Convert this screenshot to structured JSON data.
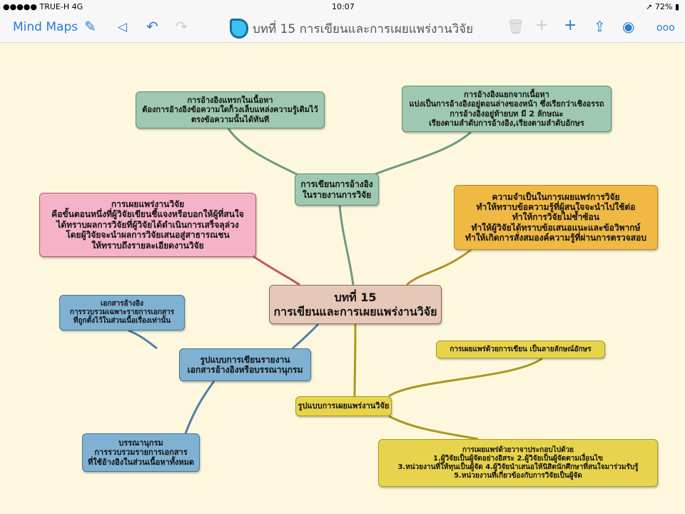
{
  "status_bar": {
    "carrier": "●●●●● TRUE-H  4G",
    "time": "10:07",
    "battery": "➚ 72% ▮"
  },
  "toolbar": {
    "back_label": "Mind Maps",
    "title": "บทที่ 15 การเขียนและการเผยแพร่งานวิจัย",
    "icons": [
      "edit-icon",
      "play-icon",
      "undo-icon",
      "redo-icon",
      "trash-icon",
      "add-icon",
      "add-child-icon",
      "share-icon",
      "palette-icon",
      "more-icon"
    ]
  },
  "colors": {
    "accent": "#2a7bd6",
    "background": "#fdf8dd"
  },
  "mindmap": {
    "central": [
      "บทที่ 15",
      "การเขียนและการเผยแพร่งานวิจัย"
    ],
    "ref_writing": [
      "การเขียนการอ้างอิง",
      "ในรายงานการวิจัย"
    ],
    "ref_inline": [
      "การอ้างอิงแทรกในเนื้อหา",
      "ต้องการอ้างอิงข้อความใดก็วงเล็บแหล่งความรู้เดิมไว้",
      "ตรงข้อความนั้นได้ทันที"
    ],
    "ref_separate": [
      "การอ้างอิงแยกจากเนื้อหา",
      "แบ่งเป็นการอ้างอิงอยู่ตอนล่างของหน้า ซึ่งเรียกว่าเชิงอรรถ",
      "การอ้างอิงอยู่ท้ายบท มี 2 ลักษณะ",
      "เรียงตามลำดับการอ้างอิง,เรียงตามลำดับอักษร"
    ],
    "dissemination": [
      "การเผยแพร่งานวิจัย",
      "คือขั้นตอนหนึ่งที่ผู้วิจัยเขียนชี้แจงหรือบอกให้ผู้ที่สนใจ",
      "ได้ทราบผลการวิจัยที่ผู้วิจัยได้ดำเนินการเสร็จลุล่วง",
      "โดยผู้วิจัยจะนำผลการวิจัยเสนอสู่สาธารณชน",
      "ให้ทราบถึงรายละเอียดงานวิจัย"
    ],
    "necessity": [
      "ความจำเป็นในการเผยแพร่การวิจัย",
      "ทำให้ทราบข้อความรู้ที่ผู้สนใจจะนำไปใช้ต่อ",
      "ทำให้การวิจัยไม่ซ้ำซ้อน",
      "ทำให้ผู้วิจัยได้ทราบข้อเสนอแนะและข้อวิพากษ์",
      "ทำให้เกิดการสั่งสมองค์ความรู้ที่ผ่านการตรวจสอบ"
    ],
    "report_format": [
      "รูปแบบการเขียนรายงาน",
      "เอกสารอ้างอิงหรือบรรณานุกรม"
    ],
    "references_doc": [
      "เอกสารอ้างอิง",
      "การรวบรวมเฉพาะรายการเอกสาร",
      "ที่ถูกตั้งไว้ในส่วนเนื้อเรื่องเท่านั้น"
    ],
    "bibliography": [
      "บรรณานุกรม",
      "การรวบรวมรายการเอกสาร",
      "ที่ใช้อ้างอิงในส่วนเนื้อหาทั้งหมด"
    ],
    "dissemination_format": [
      "รูปแบบการเผยแพร่งานวิจัย"
    ],
    "written": [
      "การเผยแพร่ด้วยการเขียน เป็นลายลักษณ์อักษร"
    ],
    "oral": [
      "การเผยแพร่ด้วยวาจาประกอบไปด้วย",
      "1.ผู้วิจัยเป็นผู้จัดอย่างอิสระ 2.ผู้วิจัยเป็นผู้จัดตามเงื่อนไข",
      "3.หน่วยงานที่ให้ทุนเป็นผู้จัด 4.ผู้วิจัยนำเสนอให้นิสิตนักศึกษาที่สนใจมาร่วมรับรู้",
      "5.หน่วยงานที่เกี่ยวข้องกับการวิจัยเป็นผู้จัด"
    ]
  }
}
